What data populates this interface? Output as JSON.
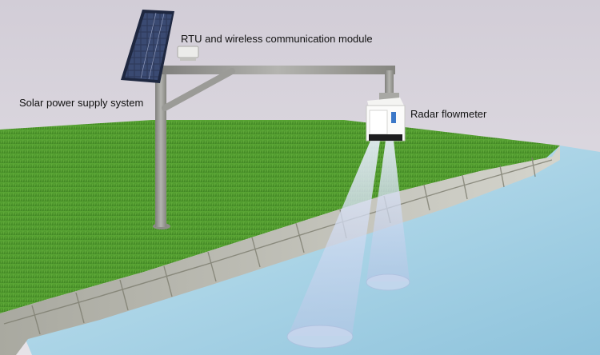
{
  "labels": {
    "rtu": "RTU and wireless communication module",
    "solar": "Solar power supply system",
    "radar": "Radar flowmeter"
  },
  "colors": {
    "sky": "#dcd6df",
    "grass": "#4f9a2a",
    "water": "#a9d3e6",
    "stone": "#b9b9b1",
    "pole": "#9c9c98",
    "panel": "#2c3550",
    "beam": "#c9d6ee"
  }
}
